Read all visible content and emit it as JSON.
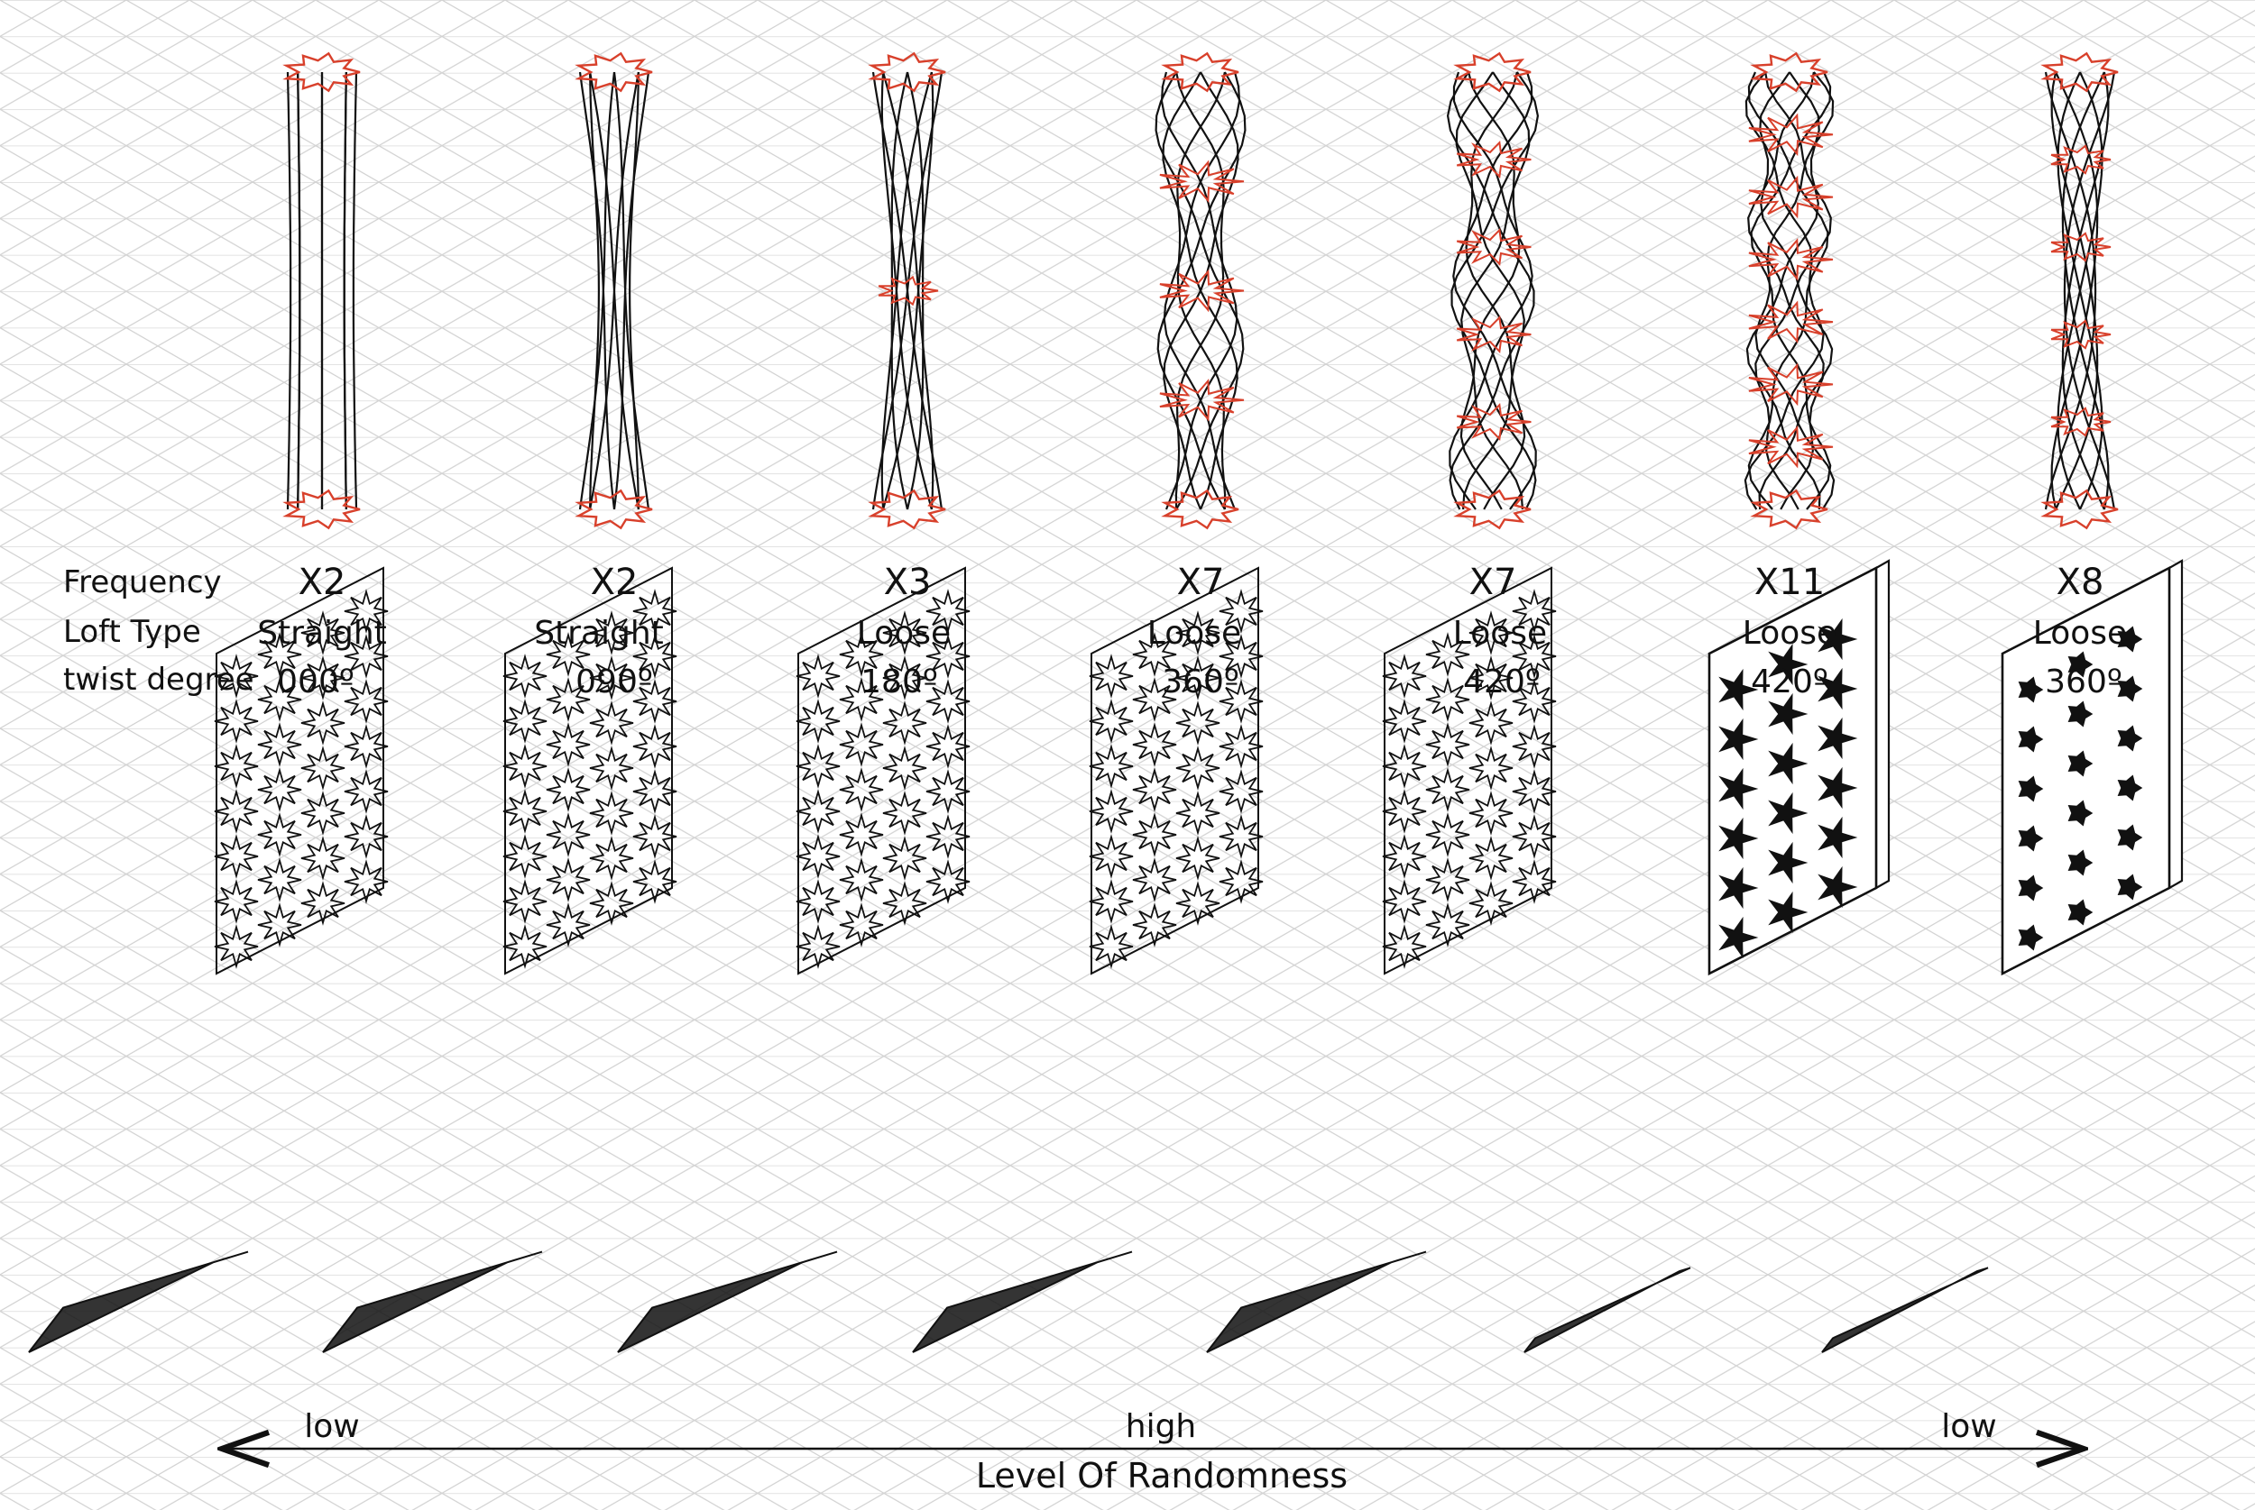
{
  "row_labels": {
    "frequency": "Frequency",
    "loft_type": "Loft Type",
    "twist_degree": "twist degree"
  },
  "columns": [
    {
      "frequency": "X2",
      "loft_type": "Straight",
      "twist_degree": "000º"
    },
    {
      "frequency": "X2",
      "loft_type": "Straight",
      "twist_degree": "090º"
    },
    {
      "frequency": "X3",
      "loft_type": "Loose",
      "twist_degree": "180º"
    },
    {
      "frequency": "X7",
      "loft_type": "Loose",
      "twist_degree": "360º"
    },
    {
      "frequency": "X7",
      "loft_type": "Loose",
      "twist_degree": "420º"
    },
    {
      "frequency": "X11",
      "loft_type": "Loose",
      "twist_degree": "420º"
    },
    {
      "frequency": "X8",
      "loft_type": "Loose",
      "twist_degree": "360º"
    }
  ],
  "randomness_axis": {
    "title": "Level Of Randomness",
    "left_label": "low",
    "center_label": "high",
    "right_label": "low"
  },
  "colors": {
    "outline": "#111111",
    "section": "#d8402b",
    "grid": "#cfcfcf"
  }
}
